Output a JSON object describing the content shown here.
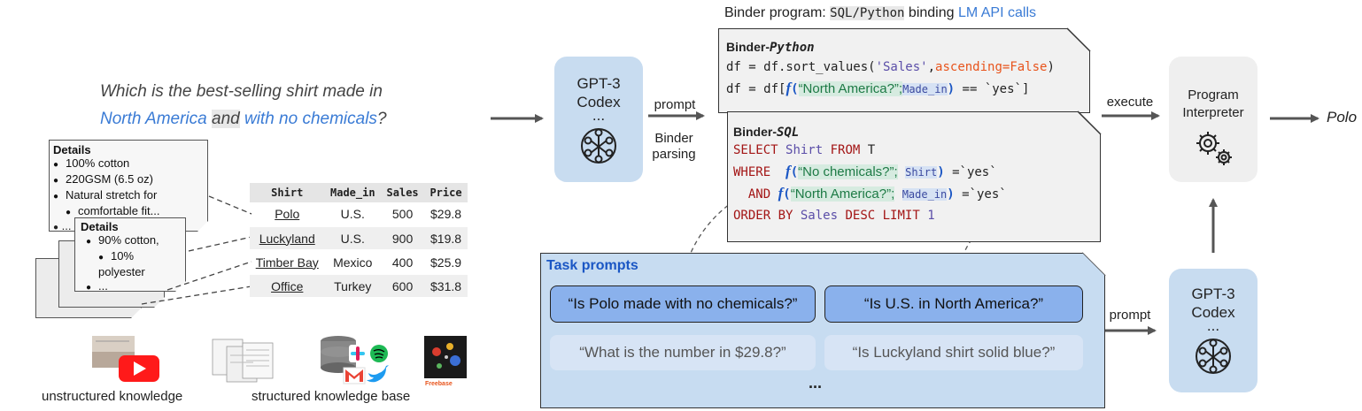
{
  "question": {
    "line1": "Which is the best-selling shirt made in",
    "line2_part1": "North America",
    "line2_part2": "and",
    "line2_part3": "with no chemicals",
    "line2_part4": "?"
  },
  "documents": {
    "doc1": {
      "title": "Details",
      "items": [
        "100% cotton",
        "220GSM (6.5 oz)",
        "Natural stretch for",
        "comfortable fit...",
        "..."
      ]
    },
    "doc2": {
      "title": "Details",
      "items": [
        "90% cotton,",
        "10% polyester",
        "..."
      ],
      "ellipsis": "..."
    }
  },
  "table": {
    "headers": [
      "Shirt",
      "Made_in",
      "Sales",
      "Price"
    ],
    "rows": [
      [
        "Polo",
        "U.S.",
        "500",
        "$29.8"
      ],
      [
        "Luckyland",
        "U.S.",
        "900",
        "$19.8"
      ],
      [
        "Timber Bay",
        "Mexico",
        "400",
        "$25.9"
      ],
      [
        "Office",
        "Turkey",
        "600",
        "$31.8"
      ]
    ]
  },
  "knowledge": {
    "unstructured": "unstructured knowledge",
    "structured": "structured knowledge base",
    "freebase": "Freebase"
  },
  "gpt_top": {
    "line1": "GPT-3",
    "line2": "Codex",
    "line3": "..."
  },
  "gpt_bottom": {
    "line1": "GPT-3",
    "line2": "Codex",
    "line3": "..."
  },
  "labels": {
    "prompt_top": "prompt",
    "binder_parsing_1": "Binder",
    "binder_parsing_2": "parsing",
    "execute": "execute",
    "prompt_bottom": "prompt",
    "answer": "Polo"
  },
  "binder_title": {
    "part1": "Binder program: ",
    "part2": "SQL/Python",
    "part3": " binding ",
    "part4": "LM API calls"
  },
  "python_panel": {
    "title_a": "Binder-",
    "title_b": "Python",
    "line1_a": "df = df.sort_values(",
    "line1_b": "'Sales'",
    "line1_c": ",",
    "line1_d": "ascending=False",
    "line1_e": ")",
    "line2_a": "df = df[",
    "line2_f": "f",
    "line2_q": "“North America?”;",
    "line2_arg": "Made_in",
    "line2_e": " == `yes`]"
  },
  "sql_panel": {
    "title_a": "Binder-",
    "title_b": "SQL",
    "select": "SELECT",
    "shirt": "Shirt",
    "from": "FROM",
    "t": "T",
    "where": "WHERE",
    "f": "f",
    "q1": "“No chemicals?”;",
    "arg1": "Shirt",
    "eq1": " =`yes`",
    "and": "AND",
    "q2": "“North America?”;",
    "arg2": "Made_in",
    "eq2": " =`yes`",
    "order": "ORDER BY",
    "sales": "Sales",
    "desc": "DESC LIMIT",
    "one": "1"
  },
  "task_prompts": {
    "title": "Task prompts",
    "p1": "“Is Polo made with no chemicals?”",
    "p2": "“Is U.S. in North America?”",
    "p3": "“What is the number in $29.8?”",
    "p4": "“Is Luckyland shirt solid blue?”",
    "ellipsis": "..."
  },
  "interpreter": {
    "line1": "Program",
    "line2": "Interpreter"
  },
  "colors": {
    "gpt_blue": "#c8dcf0",
    "task_blue": "#c7dcf1",
    "pill_blue": "#8ab1ec",
    "accent": "#3a7bd5"
  }
}
